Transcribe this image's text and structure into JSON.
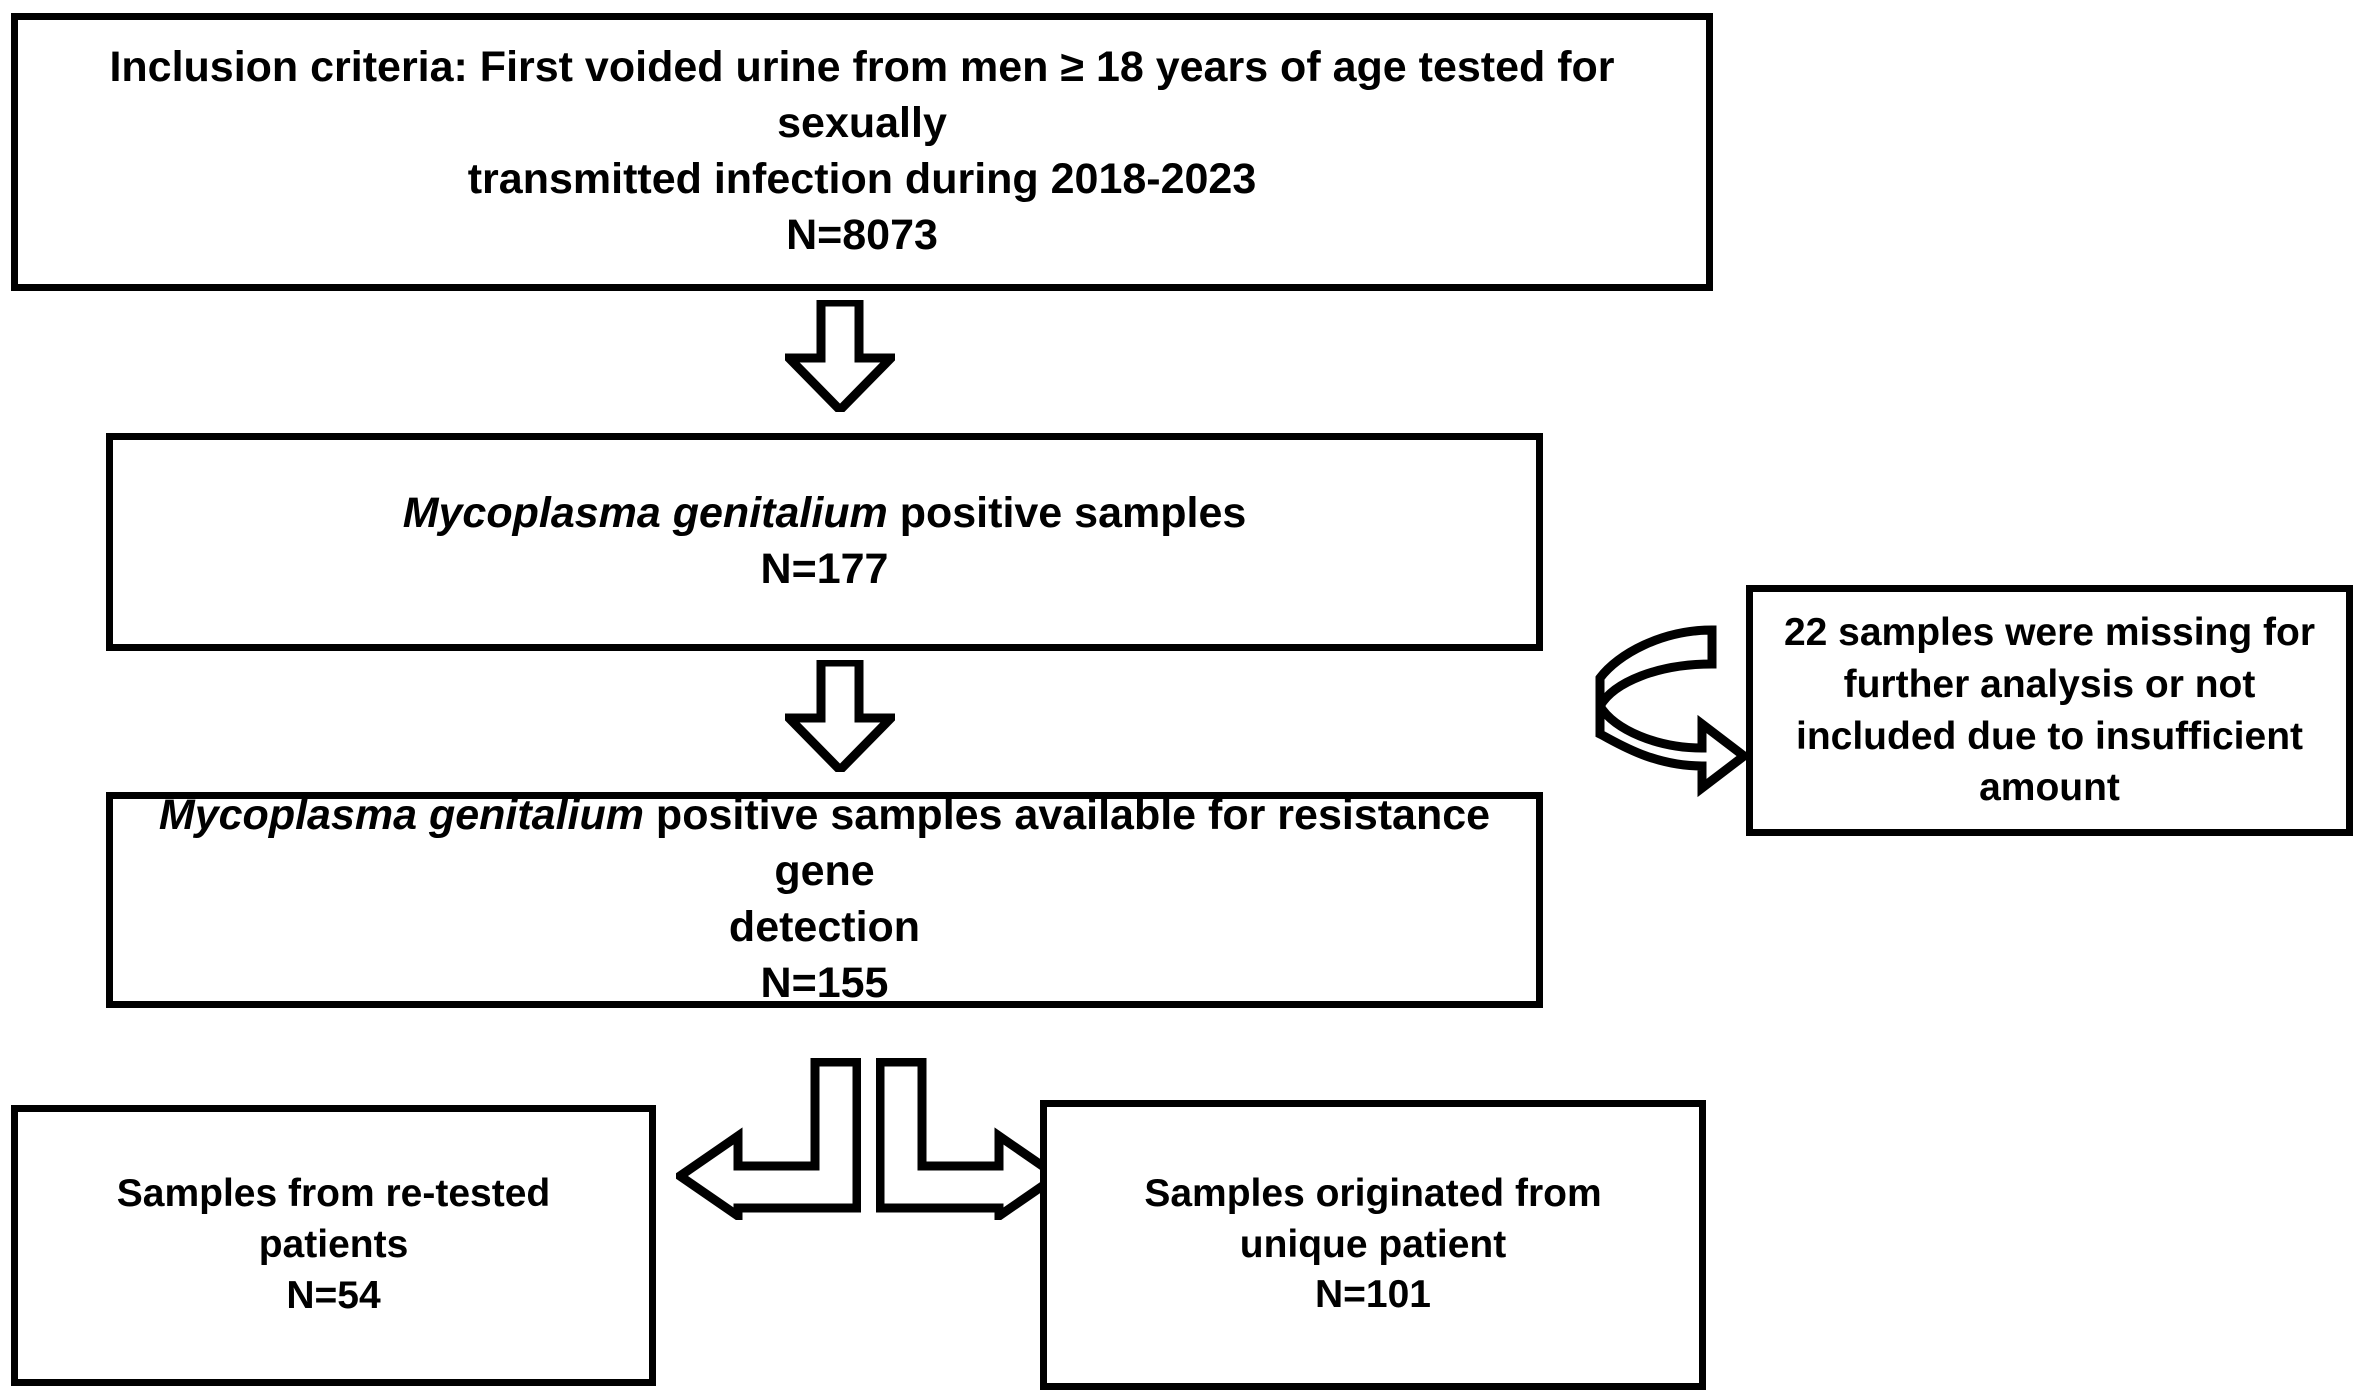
{
  "diagram": {
    "title": "Study sample selection flow diagram",
    "stroke_color": "#000000",
    "background_color": "#ffffff",
    "boxes": {
      "inclusion": {
        "line1": "Inclusion criteria: First voided urine from men ≥ 18 years of age tested for sexually",
        "line2": "transmitted infection during 2018-2023",
        "line3": "N=8073"
      },
      "mg_positive": {
        "species": "Mycoplasma genitalium",
        "line1_rest": "  positive samples",
        "line2": "N=177"
      },
      "mg_available": {
        "species": "Mycoplasma genitalium",
        "line1_rest": " positive samples available for resistance gene",
        "line2": "detection",
        "line3": "N=155"
      },
      "missing": {
        "line1": "22 samples were missing for",
        "line2": "further analysis or not",
        "line3": "included due to insufficient",
        "line4": "amount"
      },
      "retested": {
        "line1": "Samples from re-tested",
        "line2": "patients",
        "line3": "N=54"
      },
      "unique": {
        "line1": "Samples originated from",
        "line2": "unique patient",
        "line3": "N=101"
      }
    },
    "arrows": [
      {
        "name": "arrow-down-1",
        "direction": "down",
        "style": "block-outline",
        "from": "inclusion",
        "to": "mg_positive"
      },
      {
        "name": "arrow-down-2",
        "direction": "down",
        "style": "block-outline",
        "from": "mg_positive",
        "to": "mg_available"
      },
      {
        "name": "arrow-curved",
        "direction": "right",
        "style": "curved-u-turn-outline",
        "from": "mg_positive",
        "to": "missing"
      },
      {
        "name": "arrow-bent-left",
        "direction": "down-then-left",
        "style": "bent-outline",
        "from": "mg_available",
        "to": "retested"
      },
      {
        "name": "arrow-bent-right",
        "direction": "down-then-right",
        "style": "bent-outline",
        "from": "mg_available",
        "to": "unique"
      }
    ]
  }
}
